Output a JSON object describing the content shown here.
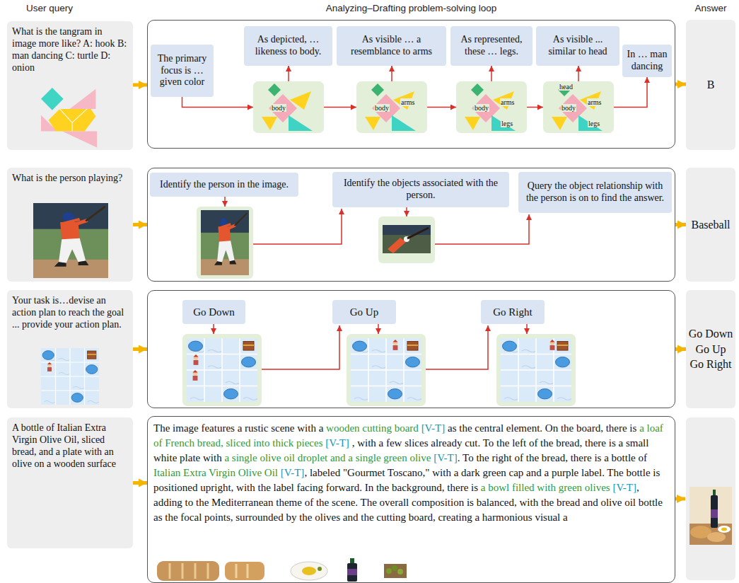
{
  "diagram": {
    "nodes": [
      {
        "text": [
          "What is the tangram in image more like? A: hook B: man dancing C: turtle D: onion"
        ]
      },
      {
        "text": []
      },
      {
        "text": [
          "The primary focus is … given color"
        ],
        "in": 1
      },
      {
        "text": [
          "As depicted, … likeness to body."
        ],
        "in": 1
      },
      {
        "text": [
          "body"
        ],
        "in": 1
      },
      {
        "text": [
          "As visible … a resemblance to arms"
        ],
        "in": 1
      },
      {
        "text": [
          "body",
          "arms"
        ],
        "in": 1
      },
      {
        "text": [
          "As represented, these … legs."
        ],
        "in": 1
      },
      {
        "text": [
          "body",
          "arms",
          "legs"
        ],
        "in": 1
      },
      {
        "text": [
          "As visible ... similar to head"
        ],
        "in": 1
      },
      {
        "text": [
          "head",
          "body",
          "arms",
          "legs"
        ],
        "in": 1
      },
      {
        "text": [
          "In … man dancing"
        ],
        "in": 1
      },
      {
        "text": [
          "B"
        ]
      },
      {
        "text": [
          "What is the person playing?"
        ]
      },
      {
        "text": []
      },
      {
        "text": [
          "Identify the person in the image."
        ],
        "in": 14
      },
      {
        "text": [
          "Identify the objects associated with the person."
        ],
        "in": 14
      },
      {
        "text": [
          "Query the object relationship with the person is on to find the answer."
        ],
        "in": 14
      },
      {
        "text": [
          "Baseball"
        ]
      },
      {
        "text": [
          "Your task is…devise an action plan to reach the goal ... provide your action plan."
        ]
      },
      {
        "text": []
      },
      {
        "text": [
          "Go Down"
        ],
        "in": 20
      },
      {
        "text": [
          "Go Up"
        ],
        "in": 20
      },
      {
        "text": [
          "Go Right"
        ],
        "in": 20
      },
      {
        "text": [
          "Go Down",
          "Go Up",
          "Go Right"
        ]
      },
      {
        "text": [
          "A bottle of Italian Extra Virgin Olive Oil, sliced bread, and a plate with an olive on a wooden surface"
        ]
      },
      {
        "text": [
          "The image features a rustic scene with a",
          "wooden cutting board",
          "[V-T]",
          "as the central element. On the board, there is",
          "a loaf of French bread, sliced into thick pieces",
          "[V-T]",
          ", with a few slices already cut. To the left of the bread, there is a small white plate with",
          "a single olive oil droplet and a single green olive",
          "[V-T]",
          ". To the right of the bread, there is a bottle of",
          "Italian Extra Virgin Olive Oil",
          "[V-T]",
          ", labeled \"Gourmet Toscano,\" with a dark green cap and a purple label. The bottle is positioned upright, with the label facing forward. In the background, there is",
          "a bowl filled with green olives",
          "[V-T]",
          ", adding to the Mediterranean theme of the scene. The overall composition is balanced, with the bread and olive oil bottle as the focal points, surrounded by the olives and the cutting board, creating a harmonious visual a"
        ]
      }
    ],
    "edges": [
      {
        "from": 0,
        "to": 1,
        "arrow": "to"
      },
      {
        "from": 1,
        "to": 12,
        "arrow": "to"
      },
      {
        "from": 2,
        "to": 4,
        "arrow": "to"
      },
      {
        "from": 4,
        "to": 3,
        "arrow": "to"
      },
      {
        "from": 4,
        "to": 6,
        "arrow": "to"
      },
      {
        "from": 6,
        "to": 5,
        "arrow": "to"
      },
      {
        "from": 6,
        "to": 8,
        "arrow": "to"
      },
      {
        "from": 8,
        "to": 7,
        "arrow": "to"
      },
      {
        "from": 8,
        "to": 10,
        "arrow": "to"
      },
      {
        "from": 10,
        "to": 9,
        "arrow": "to"
      },
      {
        "from": 10,
        "to": 11,
        "arrow": "to"
      },
      {
        "from": 13,
        "to": 14,
        "arrow": "to"
      },
      {
        "from": 14,
        "to": 18,
        "arrow": "to"
      },
      {
        "from": 19,
        "to": 20,
        "arrow": "to"
      },
      {
        "from": 20,
        "to": 24,
        "arrow": "to"
      },
      {
        "from": 25,
        "to": 26,
        "arrow": "to"
      }
    ],
    "labels": [
      "User query",
      "Analyzing–Drafting problem-solving loop",
      "Answer"
    ]
  }
}
